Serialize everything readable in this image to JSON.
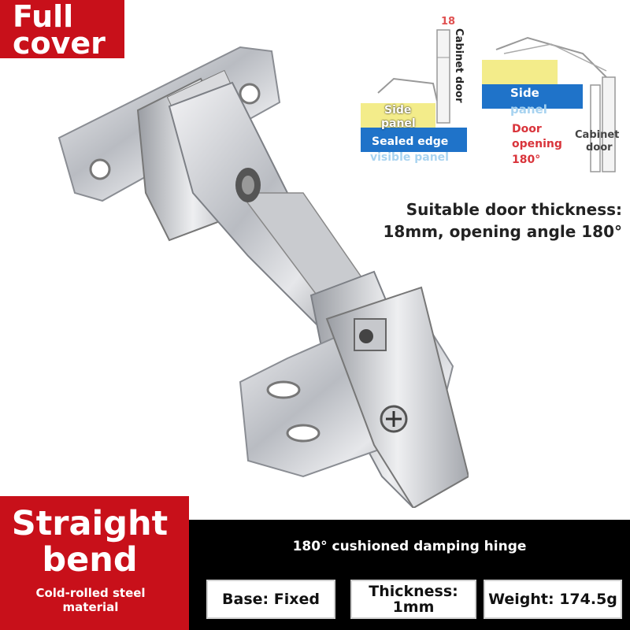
{
  "top_badge": {
    "line1": "Full",
    "line2": "cover"
  },
  "diagram": {
    "left": {
      "thickness_number": "18",
      "cabinet_door_line1": "Cabinet",
      "cabinet_door_line2": "door",
      "side_panel_line1": "Side",
      "side_panel_line2": "panel",
      "sealed_edge": "Sealed edge",
      "visible_panel": "visible panel"
    },
    "right": {
      "side_panel_line1": "Side",
      "side_panel_line2": "panel",
      "door_opening_line1": "Door",
      "door_opening_line2": "opening",
      "door_opening_line3": "180°",
      "cabinet_door_line1": "Cabinet",
      "cabinet_door_line2": "door"
    },
    "colors": {
      "yellow": "#f3ec8a",
      "blue": "#1f73c9",
      "red": "#d9343b",
      "light_blue": "#a8d3f0"
    }
  },
  "spec_text": {
    "line1": "Suitable door thickness:",
    "line2": "18mm, opening angle 180°"
  },
  "bottom": {
    "title": "180° cushioned damping hinge",
    "boxes": {
      "base": "Base: Fixed",
      "thickness_line1": "Thickness:",
      "thickness_line2": "1mm",
      "weight": "Weight: 174.5g"
    }
  },
  "bottom_badge": {
    "line1": "Straight",
    "line2": "bend",
    "sub_line1": "Cold-rolled steel",
    "sub_line2": "material"
  },
  "brand_colors": {
    "red": "#c8101a",
    "black": "#000000"
  },
  "image": {
    "subject": "hinge-illustration"
  }
}
